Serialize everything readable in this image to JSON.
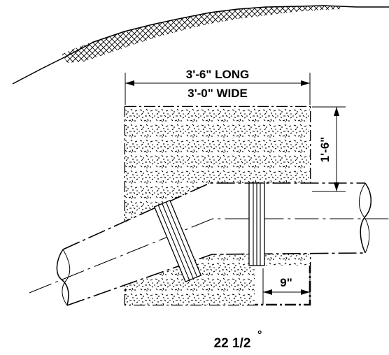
{
  "dimensions": {
    "length": "3'-6\" LONG",
    "width": "3'-0\" WIDE",
    "depth": "1'-6\"",
    "offset": "9\""
  },
  "caption": {
    "angle": "22 1/2",
    "degree_symbol": "°"
  }
}
